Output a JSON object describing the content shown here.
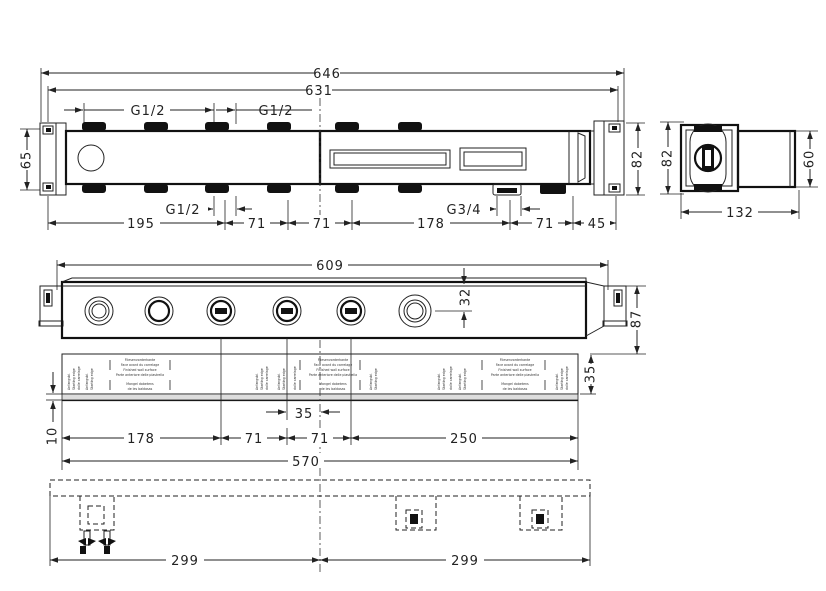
{
  "top_view": {
    "overall_width": "646",
    "inner_width": "631",
    "height_left": "65",
    "height_right": "82",
    "thread_left_1": "G1/2",
    "thread_left_2": "G1/2",
    "thread_bottom": "G1/2",
    "thread_outlet": "G3/4",
    "bottom_dims": [
      "195",
      "71",
      "71",
      "178",
      "71",
      "45"
    ]
  },
  "side_view": {
    "height": "82",
    "depth": "60",
    "width": "132"
  },
  "front_view": {
    "width": "609",
    "spacing": "32",
    "height": "87",
    "recess": "35",
    "offset": "35",
    "min_depth": "10",
    "bottom_dims": [
      "178",
      "71",
      "71",
      "250"
    ],
    "total_width": "570"
  },
  "label_strip": {
    "lines": [
      "Fliesenvorderkante",
      "Face avant du carrelage",
      "Finished wall surface",
      "Parte anteriore delle piastrella"
    ],
    "margin_lines": [
      "Mangel dobetens",
      "de les baldosas"
    ],
    "vertical_lines": [
      "Anfangsbl.",
      "Starting edge",
      "dalle carrelage"
    ]
  },
  "bottom_view": {
    "left_dim": "299",
    "right_dim": "299"
  }
}
